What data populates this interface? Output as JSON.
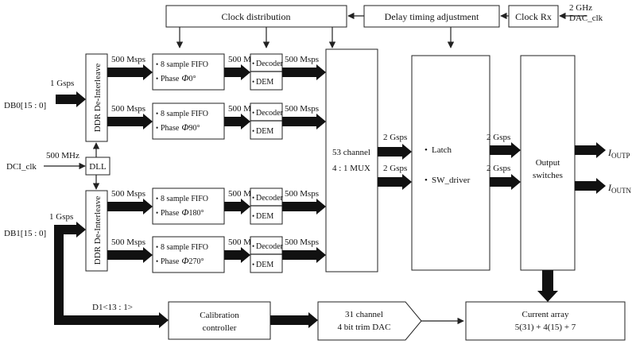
{
  "inputs": {
    "db0": "DB0[15 : 0]",
    "db1": "DB1[15 : 0]",
    "dci_clk": "DCI_clk",
    "dac_clk": "DAC_clk"
  },
  "rates": {
    "in_rate": "1 Gsps",
    "dci_freq": "500 MHz",
    "dac_freq": "2 GHz",
    "half_rate": "500 Msps",
    "full_rate": "2 Gsps"
  },
  "blocks": {
    "clock_distribution": "Clock distribution",
    "delay_timing": "Delay timing adjustment",
    "clock_rx": "Clock Rx",
    "ddr_deinterleave": "DDR De-Interleave",
    "dll": "DLL",
    "fifo_line1": "8 sample FIFO",
    "phase_prefix": "Phase",
    "phase_symbol": "Φ",
    "phases": [
      "0°",
      "90°",
      "180°",
      "270°"
    ],
    "decoder": "Decoder",
    "dem": "DEM",
    "mux_line1": "53 channel",
    "mux_line2": "4 : 1 MUX",
    "latch": "Latch",
    "sw_driver": "SW_driver",
    "output_switches_line1": "Output",
    "output_switches_line2": "switches",
    "calibration_line1": "Calibration",
    "calibration_line2": "controller",
    "trim_dac_line1": "31 channel",
    "trim_dac_line2": "4 bit trim DAC",
    "current_array_line1": "Current array",
    "current_array_line2": "5(31) + 4(15) + 7"
  },
  "signals": {
    "d1_bus": "D1<13 : 1>",
    "ioutp_main": "I",
    "ioutp_sub": "OUTP",
    "ioutn_main": "I",
    "ioutn_sub": "OUTN"
  },
  "bullet": "•"
}
